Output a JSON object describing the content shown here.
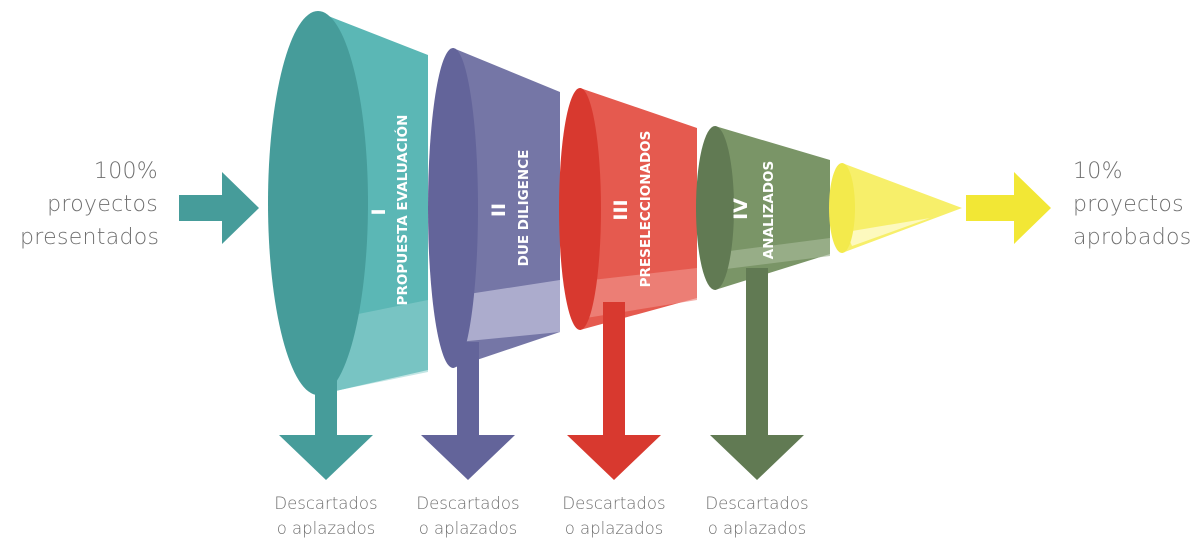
{
  "input": {
    "percent": "100%",
    "line1": "proyectos",
    "line2": "presentados"
  },
  "output": {
    "percent": "10%",
    "line1": "proyectos",
    "line2": "aprobados"
  },
  "stages": [
    {
      "roman": "I",
      "label": "PROPUESTA EVALUACIÓN",
      "color": "#5bb7b5",
      "dark": "#469c9a"
    },
    {
      "roman": "II",
      "label": "DUE DILIGENCE",
      "color": "#7576a6",
      "dark": "#63649a"
    },
    {
      "roman": "III",
      "label": "PRESELECCIONADOS",
      "color": "#e55a4f",
      "dark": "#d8392f"
    },
    {
      "roman": "IV",
      "label": "ANALIZADOS",
      "color": "#7a9567",
      "dark": "#617a53"
    }
  ],
  "final_cone_color": "#f7ef6a",
  "discards": [
    {
      "line1": "Descartados",
      "line2": "o aplazados"
    },
    {
      "line1": "Descartados",
      "line2": "o aplazados"
    },
    {
      "line1": "Descartados",
      "line2": "o aplazados"
    },
    {
      "line1": "Descartados",
      "line2": "o aplazados"
    }
  ],
  "arrow_colors": {
    "input": "#469c9a",
    "output": "#f2e735"
  }
}
